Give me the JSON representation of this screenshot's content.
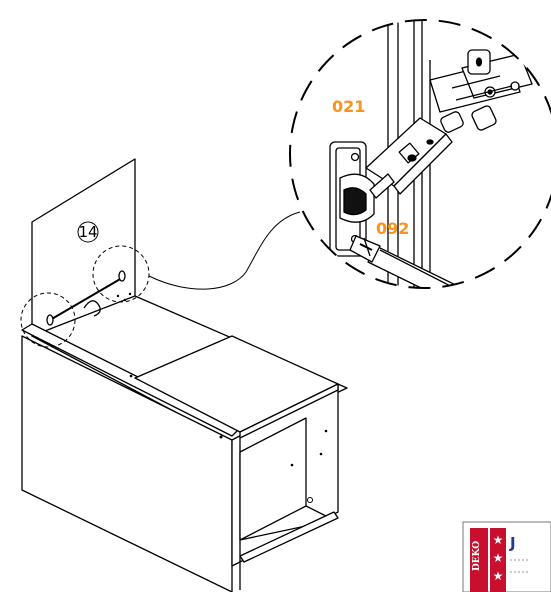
{
  "step": {
    "number": "14"
  },
  "parts": [
    {
      "code": "021"
    },
    {
      "code": "092"
    }
  ],
  "badge": {
    "stamp_text": "DEKO",
    "letter": "J"
  },
  "colors": {
    "part_code": "#F7941D",
    "line": "#000000",
    "badge_red": "#C8102E",
    "badge_blue": "#1F3A93"
  },
  "icons": [
    "hinge-icon",
    "screwdriver-icon",
    "cabinet-icon",
    "quality-badge-icon"
  ]
}
